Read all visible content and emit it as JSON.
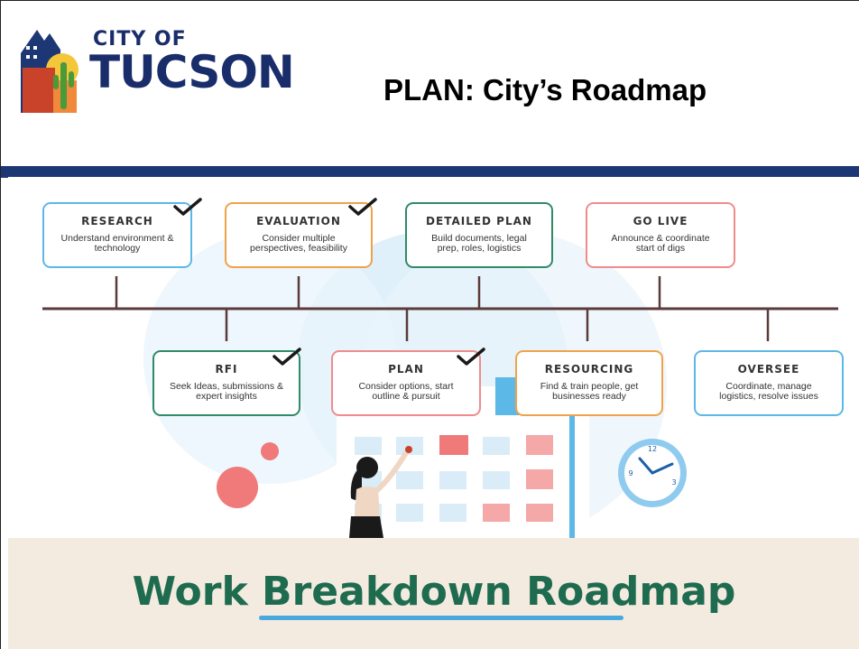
{
  "header": {
    "logo_line1": "CITY OF",
    "logo_line2": "TUCSON",
    "title": "PLAN: City’s Roadmap"
  },
  "colors": {
    "navy": "#1d3775",
    "blue": "#5cb8e6",
    "orange": "#f0a24a",
    "green": "#2f8a66",
    "pink": "#f08b8b",
    "timeline": "#5a3a3a",
    "footer_bg": "#f3ebdf",
    "footer_text": "#1e6b4f"
  },
  "roadmap": {
    "top": [
      {
        "label": "RESEARCH",
        "desc": "Understand environment & technology",
        "color": "blue",
        "completed": true
      },
      {
        "label": "EVALUATION",
        "desc": "Consider multiple perspectives, feasibility",
        "color": "orange",
        "completed": true
      },
      {
        "label": "DETAILED PLAN",
        "desc": "Build documents, legal prep, roles, logistics",
        "color": "green",
        "completed": false
      },
      {
        "label": "GO LIVE",
        "desc": "Announce & coordinate start of digs",
        "color": "pink",
        "completed": false
      }
    ],
    "bottom": [
      {
        "label": "RFI",
        "desc": "Seek Ideas, submissions & expert insights",
        "color": "green",
        "completed": true
      },
      {
        "label": "PLAN",
        "desc": "Consider options, start outline & pursuit",
        "color": "pink",
        "completed": true
      },
      {
        "label": "RESOURCING",
        "desc": "Find & train people, get businesses ready",
        "color": "orange",
        "completed": false
      },
      {
        "label": "OVERSEE",
        "desc": "Coordinate, manage logistics, resolve issues",
        "color": "blue",
        "completed": false
      }
    ]
  },
  "clock": {
    "n12": "12",
    "n3": "3",
    "n9": "9"
  },
  "footer": {
    "title_part1": "Work ",
    "title_part2": "Breakdown Roadmap"
  }
}
